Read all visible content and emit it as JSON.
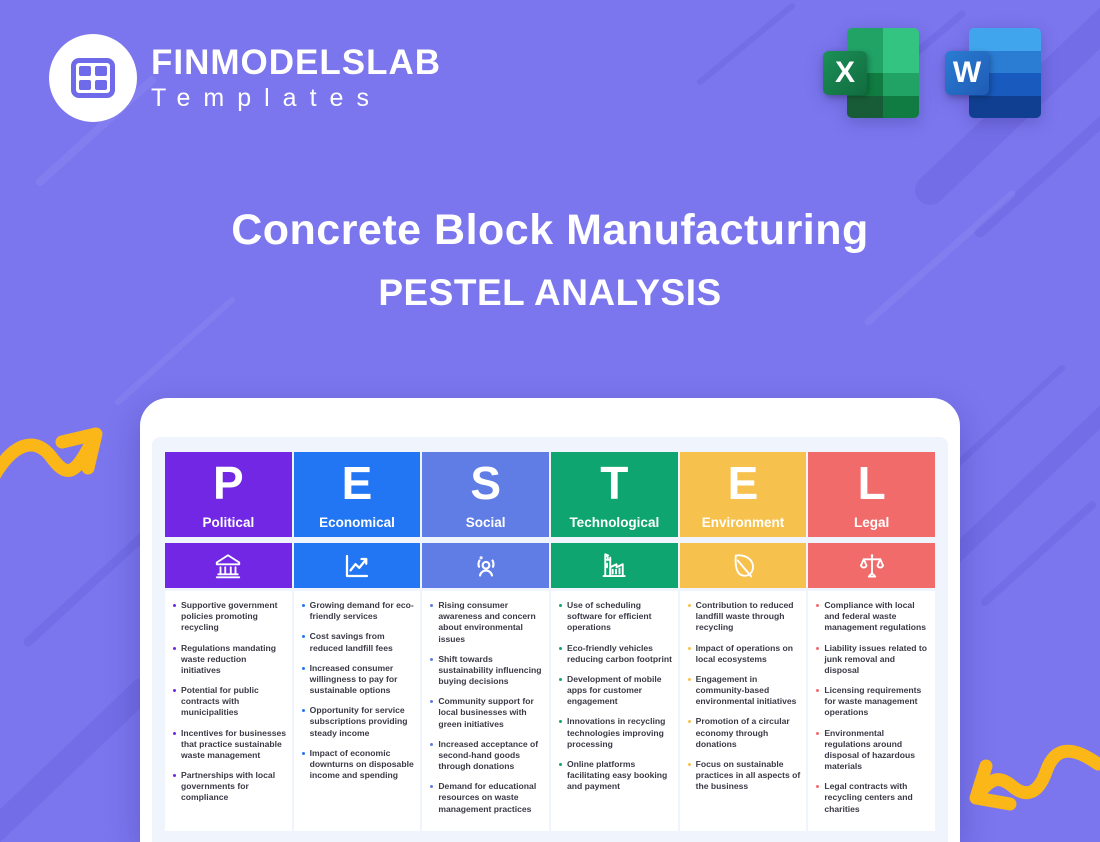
{
  "brand": {
    "name": "FINMODELSLAB",
    "tagline": "Templates"
  },
  "office_badges": {
    "excel_letter": "X",
    "word_letter": "W"
  },
  "title": {
    "line1": "Concrete Block Manufacturing",
    "line2": "PESTEL ANALYSIS"
  },
  "colors": {
    "background": "#7B76EE",
    "card": "#FFFFFF",
    "panel": "#F0F4FC",
    "arrow": "#FBB717",
    "political": "#7127E4",
    "economical": "#2276F3",
    "social": "#5F7DE4",
    "technological": "#0FA571",
    "environment": "#F7C14E",
    "legal": "#F26B6B"
  },
  "pestel": {
    "columns": [
      {
        "letter": "P",
        "label": "Political",
        "color": "#7127E4",
        "icon": "bank-icon",
        "items": [
          "Supportive government policies promoting recycling",
          "Regulations mandating waste reduction initiatives",
          "Potential for public contracts with municipalities",
          "Incentives for businesses that practice sustainable waste management",
          "Partnerships with local governments for compliance"
        ]
      },
      {
        "letter": "E",
        "label": "Economical",
        "color": "#2276F3",
        "icon": "line-chart-icon",
        "items": [
          "Growing demand for eco-friendly services",
          "Cost savings from reduced landfill fees",
          "Increased consumer willingness to pay for sustainable options",
          "Opportunity for service subscriptions providing steady income",
          "Impact of economic downturns on disposable income and spending"
        ]
      },
      {
        "letter": "S",
        "label": "Social",
        "color": "#5F7DE4",
        "icon": "people-icon",
        "items": [
          "Rising consumer awareness and concern about environmental issues",
          "Shift towards sustainability influencing buying decisions",
          "Community support for local businesses with green initiatives",
          "Increased acceptance of second-hand goods through donations",
          "Demand for educational resources on waste management practices"
        ]
      },
      {
        "letter": "T",
        "label": "Technological",
        "color": "#0FA571",
        "icon": "factory-icon",
        "items": [
          "Use of scheduling software for efficient operations",
          "Eco-friendly vehicles reducing carbon footprint",
          "Development of mobile apps for customer engagement",
          "Innovations in recycling technologies improving processing",
          "Online platforms facilitating easy booking and payment"
        ]
      },
      {
        "letter": "E",
        "label": "Environment",
        "color": "#F7C14E",
        "icon": "leaf-icon",
        "items": [
          "Contribution to reduced landfill waste through recycling",
          "Impact of operations on local ecosystems",
          "Engagement in community-based environmental initiatives",
          "Promotion of a circular economy through donations",
          "Focus on sustainable practices in all aspects of the business"
        ]
      },
      {
        "letter": "L",
        "label": "Legal",
        "color": "#F26B6B",
        "icon": "scales-icon",
        "items": [
          "Compliance with local and federal waste management regulations",
          "Liability issues related to junk removal and disposal",
          "Licensing requirements for waste management operations",
          "Environmental regulations around disposal of hazardous materials",
          "Legal contracts with recycling centers and charities"
        ]
      }
    ]
  }
}
